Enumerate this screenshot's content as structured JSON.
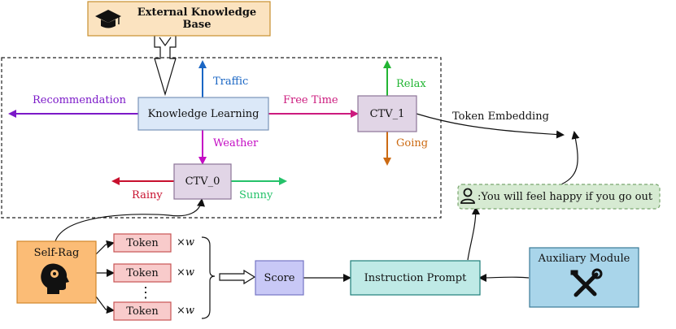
{
  "nodes": {
    "external_kb": "External Knowledge Base",
    "knowledge_learning": "Knowledge Learning",
    "ctv1": "CTV_1",
    "ctv0": "CTV_0",
    "self_rag": "Self-Rag",
    "token": "Token",
    "score": "Score",
    "instruction_prompt": "Instruction Prompt",
    "auxiliary_module": "Auxiliary Module",
    "output_message": ":You will feel happy if you go out"
  },
  "edge_labels": {
    "recommendation": "Recommendation",
    "traffic": "Traffic",
    "free_time": "Free Time",
    "weather": "Weather",
    "relax": "Relax",
    "going": "Going",
    "rainy": "Rainy",
    "sunny": "Sunny",
    "token_embedding": "Token Embedding"
  },
  "multiplier": "×w",
  "vertical_dots": "⋮",
  "colors": {
    "recommendation": "#7b19c8",
    "traffic": "#1a66c4",
    "free_time": "#cc1b7e",
    "weather": "#c40cc4",
    "relax": "#22b533",
    "going": "#cc6a12",
    "rainy": "#c8102e",
    "sunny": "#25c26a",
    "external_kb_fill": "#fbe3c0",
    "knowledge_fill": "#dbe8f8",
    "ctv_fill": "#e1d5e6",
    "self_rag_fill": "#fbbc76",
    "token_fill": "#f8cbcb",
    "score_fill": "#c8c8f6",
    "prompt_fill": "#bfeae6",
    "aux_fill": "#a9d5ea",
    "msg_fill": "#d6ead2"
  },
  "icons": {
    "external_kb": "graduation-cap-icon",
    "self_rag": "head-profile-icon",
    "auxiliary_module": "tools-icon",
    "output_message": "user-icon"
  }
}
